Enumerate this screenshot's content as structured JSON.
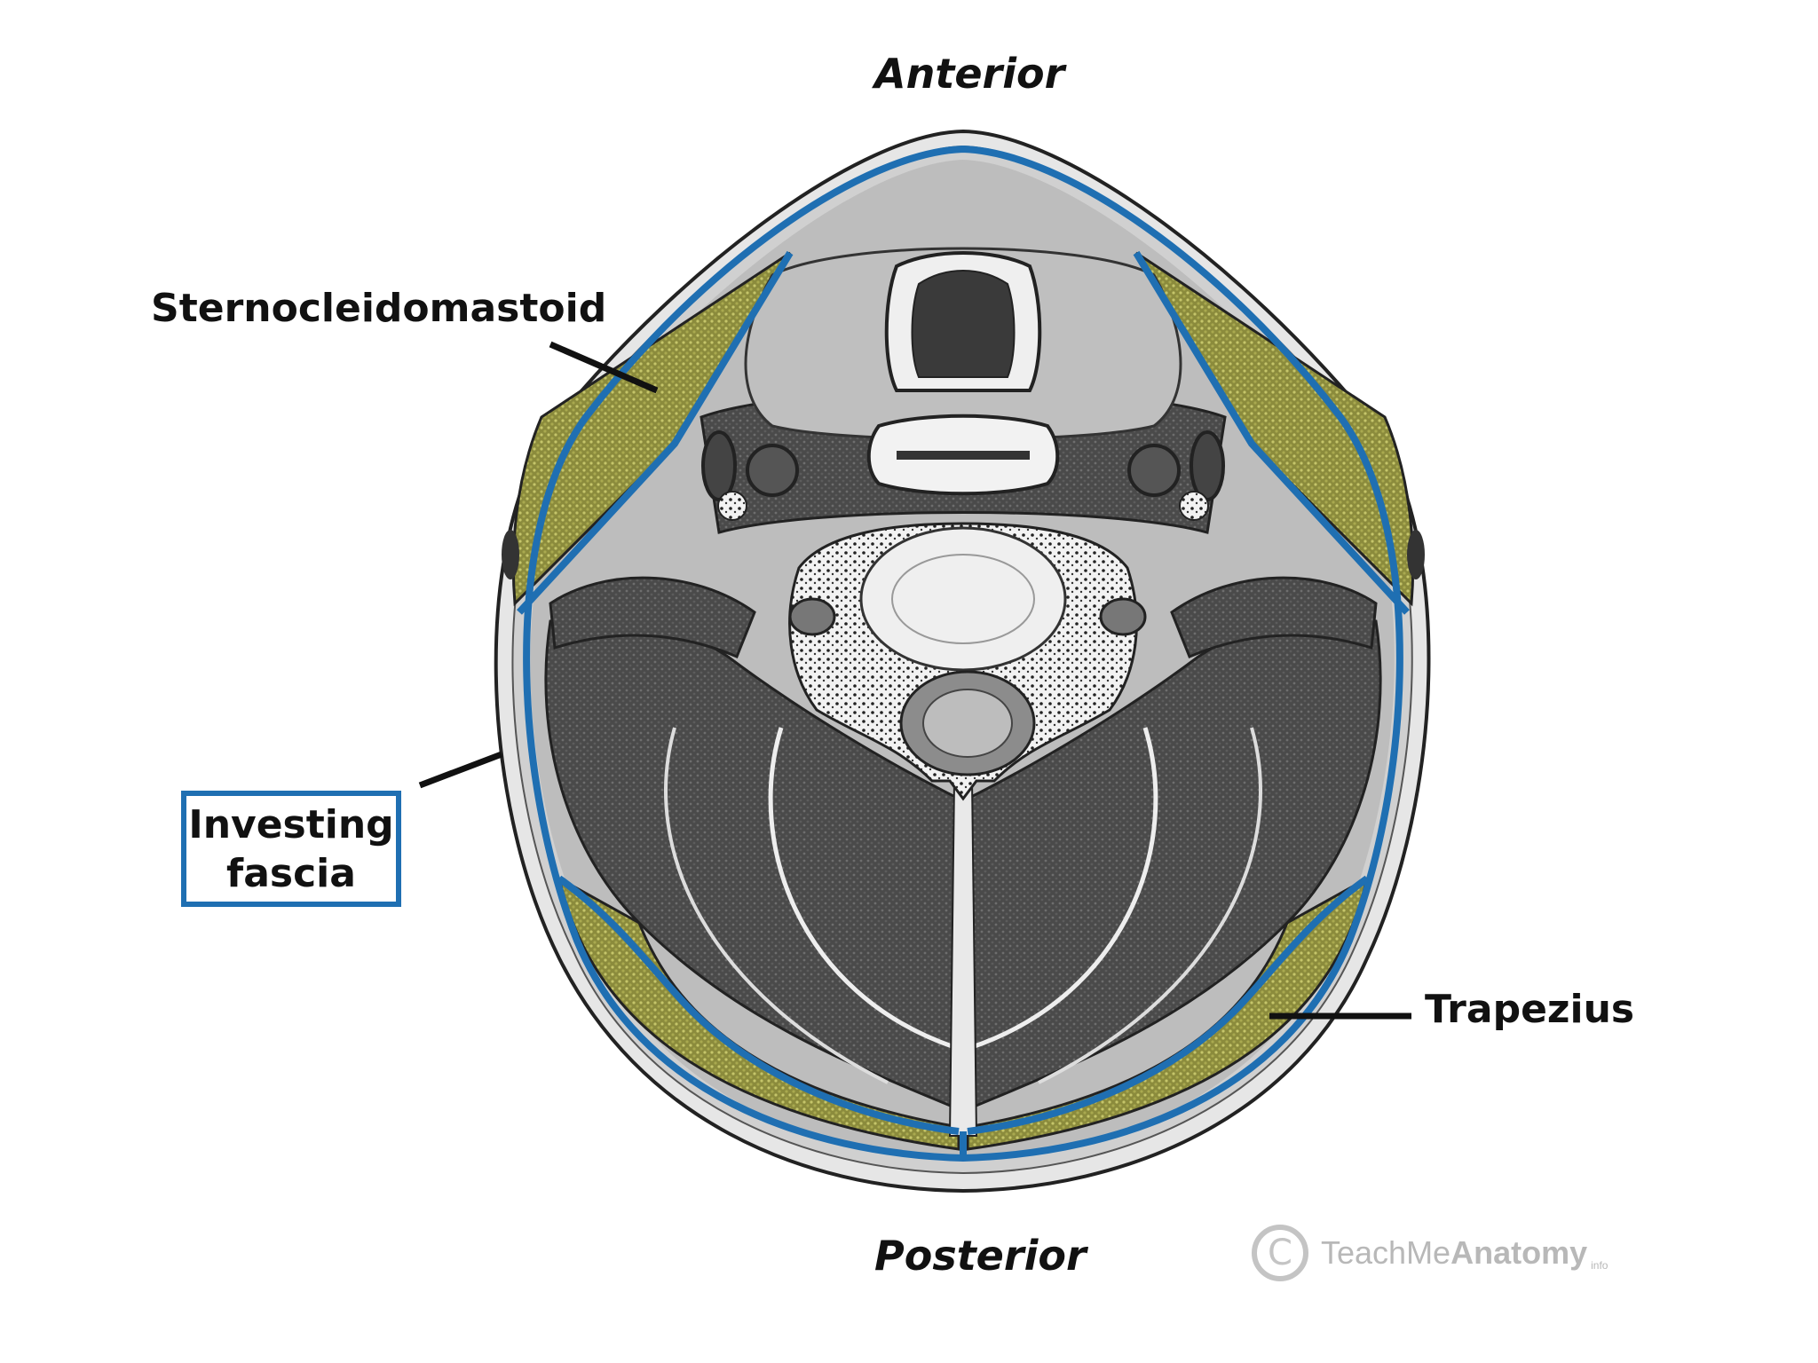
{
  "orientation": {
    "top": "Anterior",
    "bottom": "Posterior"
  },
  "labels": {
    "sternocleidomastoid": "Sternocleidomastoid",
    "investing_line1": "Investing",
    "investing_line2": "fascia",
    "trapezius": "Trapezius"
  },
  "watermark": {
    "symbol": "C",
    "light": "TeachMe",
    "bold": "Anatomy",
    "suffix": "info"
  },
  "colors": {
    "fascia": "#1f6fb2",
    "muscle_highlight": "#8a8a3a",
    "tissue_dark": "#3a3a3a",
    "tissue_light": "#d9d9d9",
    "outline": "#222222"
  }
}
